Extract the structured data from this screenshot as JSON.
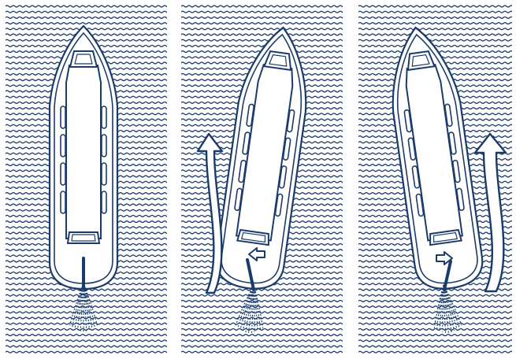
{
  "figure": {
    "colors": {
      "ink": "#1a3b6b",
      "paper": "#ffffff"
    },
    "panels": [
      {
        "id": "straight",
        "rudder": "center",
        "turn_arrow": "none",
        "rudder_cue_icon": "none",
        "propeller_wash": "straight-back"
      },
      {
        "id": "turn-left",
        "rudder": "left",
        "turn_arrow": "left-side",
        "rudder_cue_icon": "left-arrow-icon",
        "propeller_wash": "angled-back"
      },
      {
        "id": "turn-right",
        "rudder": "right",
        "turn_arrow": "right-side",
        "rudder_cue_icon": "right-arrow-icon",
        "propeller_wash": "angled-back"
      }
    ]
  }
}
